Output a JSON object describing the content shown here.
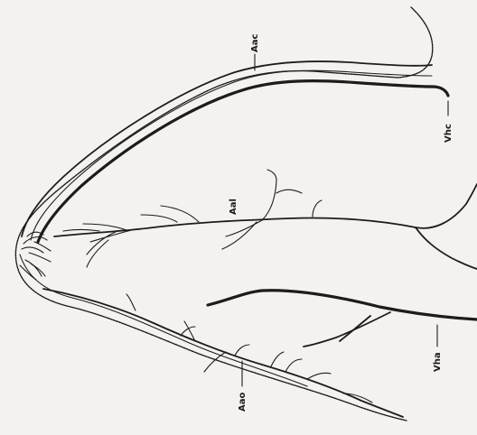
{
  "labels": {
    "aac": "Aac",
    "vhc": "Vhc",
    "aal": "Aal",
    "vha": "Vha",
    "aao": "Aao"
  },
  "colors": {
    "background": "#f3f2ee",
    "ink": "#1c1c1c"
  }
}
